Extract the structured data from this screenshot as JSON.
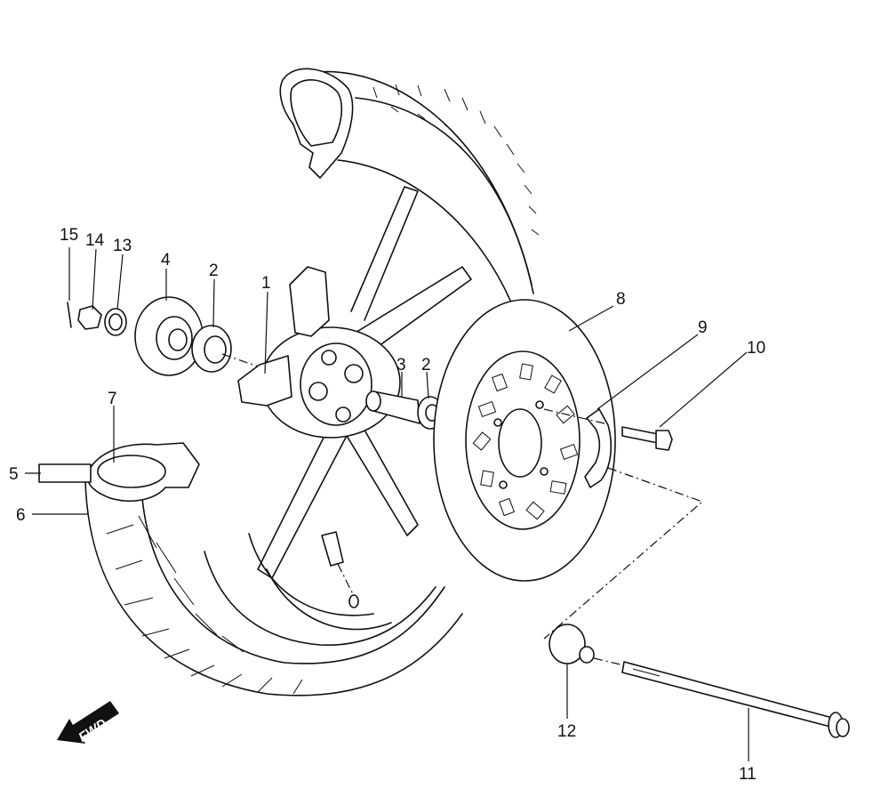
{
  "callouts": [
    {
      "id": "c1",
      "label": "1"
    },
    {
      "id": "c2a",
      "label": "2"
    },
    {
      "id": "c2b",
      "label": "2"
    },
    {
      "id": "c3",
      "label": "3"
    },
    {
      "id": "c4",
      "label": "4"
    },
    {
      "id": "c5",
      "label": "5"
    },
    {
      "id": "c6",
      "label": "6"
    },
    {
      "id": "c7",
      "label": "7"
    },
    {
      "id": "c8",
      "label": "8"
    },
    {
      "id": "c9",
      "label": "9"
    },
    {
      "id": "c10",
      "label": "10"
    },
    {
      "id": "c11",
      "label": "11"
    },
    {
      "id": "c12",
      "label": "12"
    },
    {
      "id": "c13",
      "label": "13"
    },
    {
      "id": "c14",
      "label": "14"
    },
    {
      "id": "c15",
      "label": "15"
    }
  ],
  "direction_arrow": {
    "label": "FWD"
  }
}
